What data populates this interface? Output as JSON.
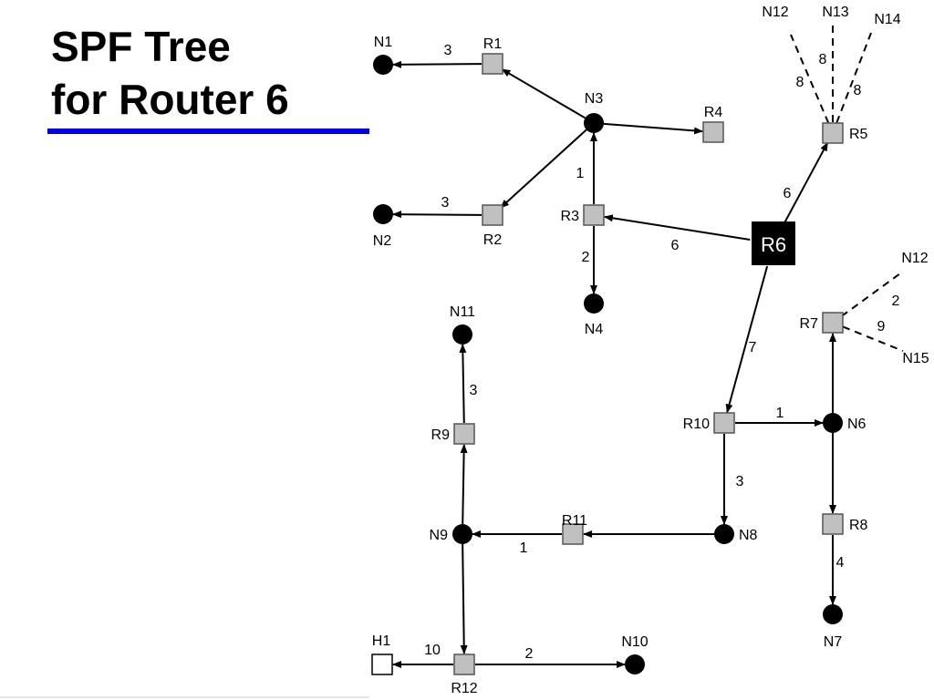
{
  "title": {
    "line1": "SPF Tree",
    "line2": "for Router 6"
  },
  "colors": {
    "title_rule": "#0000ee",
    "router_fill": "#c0c0c0",
    "router_stroke": "#555555",
    "hub_fill": "#000000",
    "network_fill": "#000000",
    "host_fill": "#ffffff",
    "edge": "#000000"
  },
  "nodes": [
    {
      "id": "R6",
      "label": "R6",
      "kind": "hub"
    },
    {
      "id": "R1",
      "label": "R1",
      "kind": "router"
    },
    {
      "id": "R2",
      "label": "R2",
      "kind": "router"
    },
    {
      "id": "R3",
      "label": "R3",
      "kind": "router"
    },
    {
      "id": "R4",
      "label": "R4",
      "kind": "router"
    },
    {
      "id": "R5",
      "label": "R5",
      "kind": "router"
    },
    {
      "id": "R7",
      "label": "R7",
      "kind": "router"
    },
    {
      "id": "R8",
      "label": "R8",
      "kind": "router"
    },
    {
      "id": "R9",
      "label": "R9",
      "kind": "router"
    },
    {
      "id": "R10",
      "label": "R10",
      "kind": "router"
    },
    {
      "id": "R11",
      "label": "R11",
      "kind": "router"
    },
    {
      "id": "R12",
      "label": "R12",
      "kind": "router"
    },
    {
      "id": "N1",
      "label": "N1",
      "kind": "network"
    },
    {
      "id": "N2",
      "label": "N2",
      "kind": "network"
    },
    {
      "id": "N3",
      "label": "N3",
      "kind": "network"
    },
    {
      "id": "N4",
      "label": "N4",
      "kind": "network"
    },
    {
      "id": "N6",
      "label": "N6",
      "kind": "network"
    },
    {
      "id": "N7",
      "label": "N7",
      "kind": "network"
    },
    {
      "id": "N8",
      "label": "N8",
      "kind": "network"
    },
    {
      "id": "N9",
      "label": "N9",
      "kind": "network"
    },
    {
      "id": "N10",
      "label": "N10",
      "kind": "network"
    },
    {
      "id": "N11",
      "label": "N11",
      "kind": "network"
    },
    {
      "id": "H1",
      "label": "H1",
      "kind": "host"
    },
    {
      "id": "N12a",
      "label": "N12",
      "kind": "stub"
    },
    {
      "id": "N13",
      "label": "N13",
      "kind": "stub"
    },
    {
      "id": "N14",
      "label": "N14",
      "kind": "stub"
    },
    {
      "id": "N12b",
      "label": "N12",
      "kind": "stub"
    },
    {
      "id": "N15",
      "label": "N15",
      "kind": "stub"
    }
  ],
  "edges": [
    {
      "from": "R6",
      "to": "R3",
      "cost": "6",
      "style": "solid"
    },
    {
      "from": "R6",
      "to": "R5",
      "cost": "6",
      "style": "solid"
    },
    {
      "from": "R6",
      "to": "R10",
      "cost": "7",
      "style": "solid"
    },
    {
      "from": "R3",
      "to": "N3",
      "cost": "1",
      "style": "solid"
    },
    {
      "from": "R3",
      "to": "N4",
      "cost": "2",
      "style": "solid"
    },
    {
      "from": "N3",
      "to": "R1",
      "cost": "",
      "style": "solid"
    },
    {
      "from": "N3",
      "to": "R2",
      "cost": "",
      "style": "solid"
    },
    {
      "from": "N3",
      "to": "R4",
      "cost": "",
      "style": "solid"
    },
    {
      "from": "R1",
      "to": "N1",
      "cost": "3",
      "style": "solid"
    },
    {
      "from": "R2",
      "to": "N2",
      "cost": "3",
      "style": "solid"
    },
    {
      "from": "R10",
      "to": "N6",
      "cost": "1",
      "style": "solid"
    },
    {
      "from": "R10",
      "to": "N8",
      "cost": "3",
      "style": "solid"
    },
    {
      "from": "N6",
      "to": "R7",
      "cost": "",
      "style": "solid"
    },
    {
      "from": "N6",
      "to": "R8",
      "cost": "",
      "style": "solid"
    },
    {
      "from": "R8",
      "to": "N7",
      "cost": "4",
      "style": "solid"
    },
    {
      "from": "N8",
      "to": "R11",
      "cost": "",
      "style": "solid"
    },
    {
      "from": "R11",
      "to": "N9",
      "cost": "1",
      "style": "solid"
    },
    {
      "from": "N9",
      "to": "R9",
      "cost": "",
      "style": "solid"
    },
    {
      "from": "N9",
      "to": "R12",
      "cost": "",
      "style": "solid"
    },
    {
      "from": "R9",
      "to": "N11",
      "cost": "3",
      "style": "solid"
    },
    {
      "from": "R12",
      "to": "H1",
      "cost": "10",
      "style": "solid"
    },
    {
      "from": "R12",
      "to": "N10",
      "cost": "2",
      "style": "solid"
    },
    {
      "from": "R5",
      "to": "N12a",
      "cost": "8",
      "style": "dashed"
    },
    {
      "from": "R5",
      "to": "N13",
      "cost": "8",
      "style": "dashed"
    },
    {
      "from": "R5",
      "to": "N14",
      "cost": "8",
      "style": "dashed"
    },
    {
      "from": "R7",
      "to": "N12b",
      "cost": "2",
      "style": "dashed"
    },
    {
      "from": "R7",
      "to": "N15",
      "cost": "9",
      "style": "dashed"
    }
  ]
}
